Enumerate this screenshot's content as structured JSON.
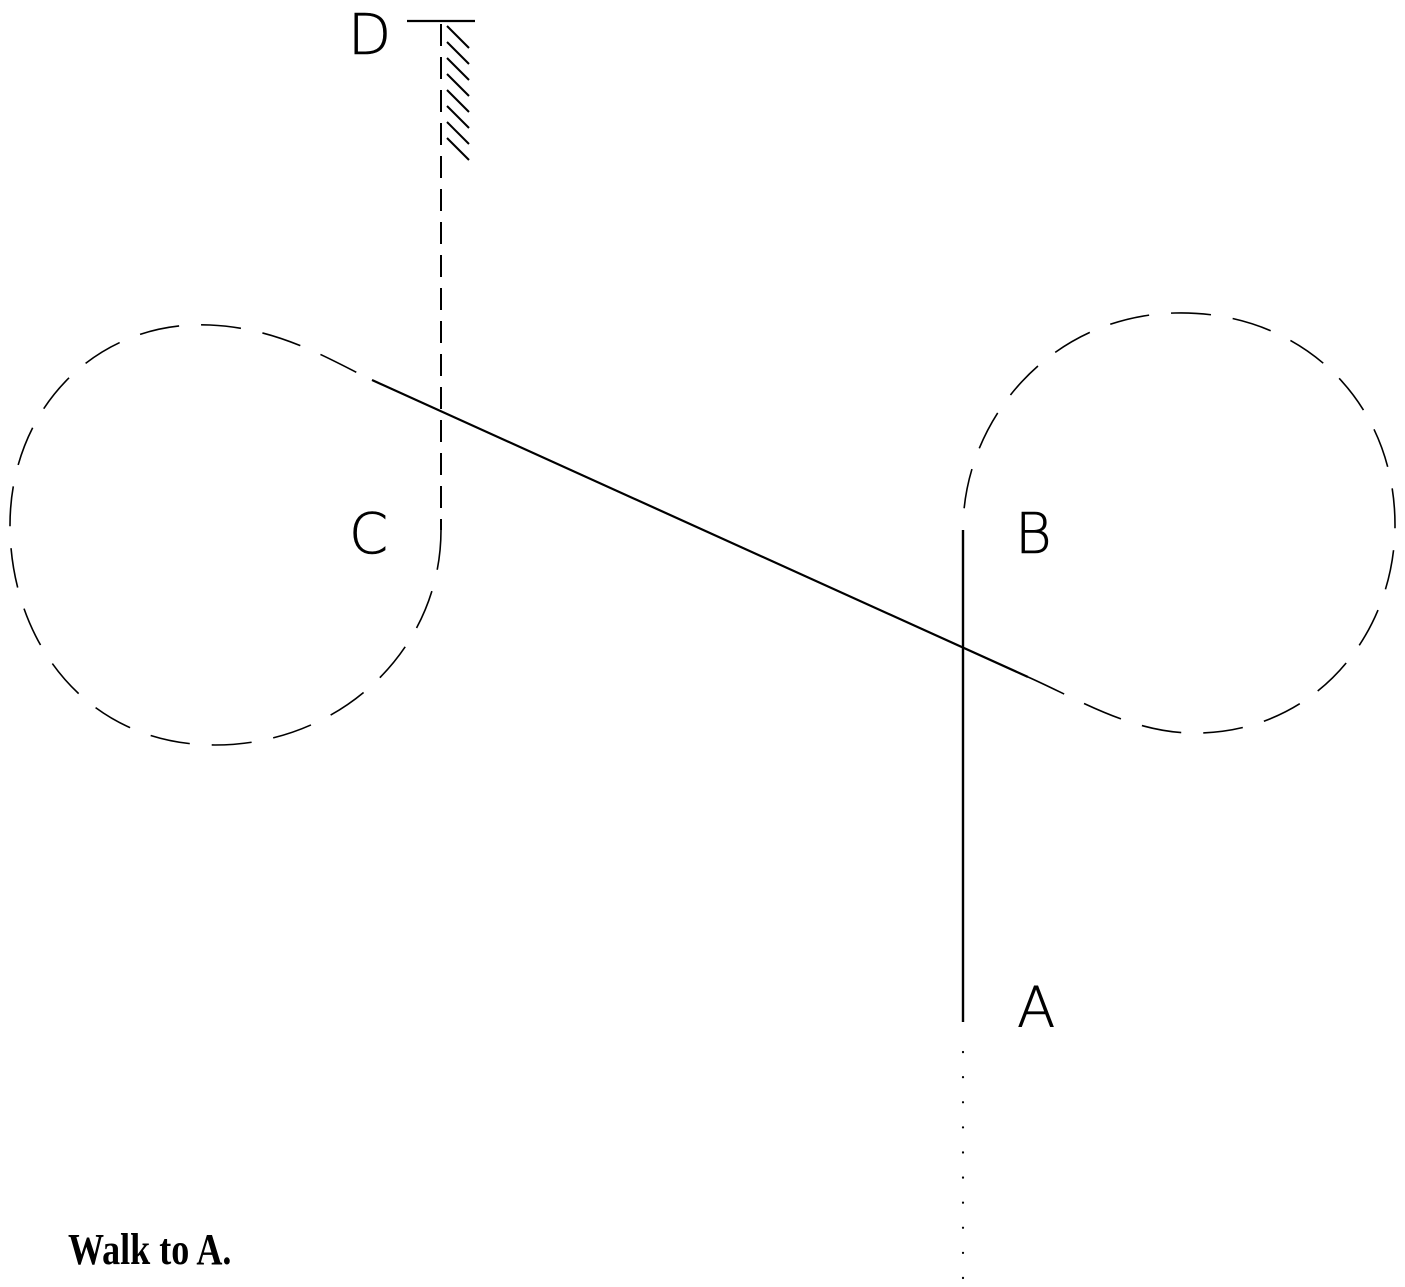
{
  "diagram": {
    "labels": {
      "a": "A",
      "b": "B",
      "c": "C",
      "d": "D"
    },
    "caption": "Walk to A.",
    "line_color": "#000000"
  }
}
